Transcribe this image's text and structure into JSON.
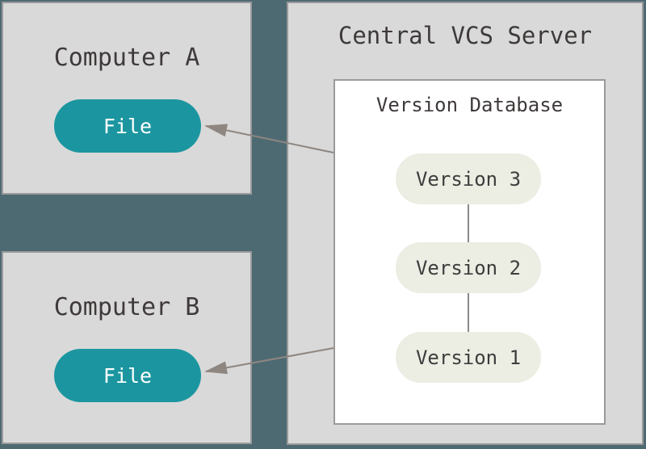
{
  "colors": {
    "background": "#4d6a73",
    "panel_fill": "#d9d9d9",
    "panel_border": "#9a9a9a",
    "file_pill": "#1b96a0",
    "version_pill": "#ecede3",
    "arrow": "#8e8680",
    "text_dark": "#3e3a39",
    "text_light": "#ffffff"
  },
  "nodes": {
    "computer_a": {
      "title": "Computer A",
      "file_label": "File"
    },
    "computer_b": {
      "title": "Computer B",
      "file_label": "File"
    },
    "server": {
      "title": "Central VCS Server"
    },
    "version_db": {
      "title": "Version Database",
      "versions": [
        "Version 3",
        "Version 2",
        "Version 1"
      ]
    }
  }
}
